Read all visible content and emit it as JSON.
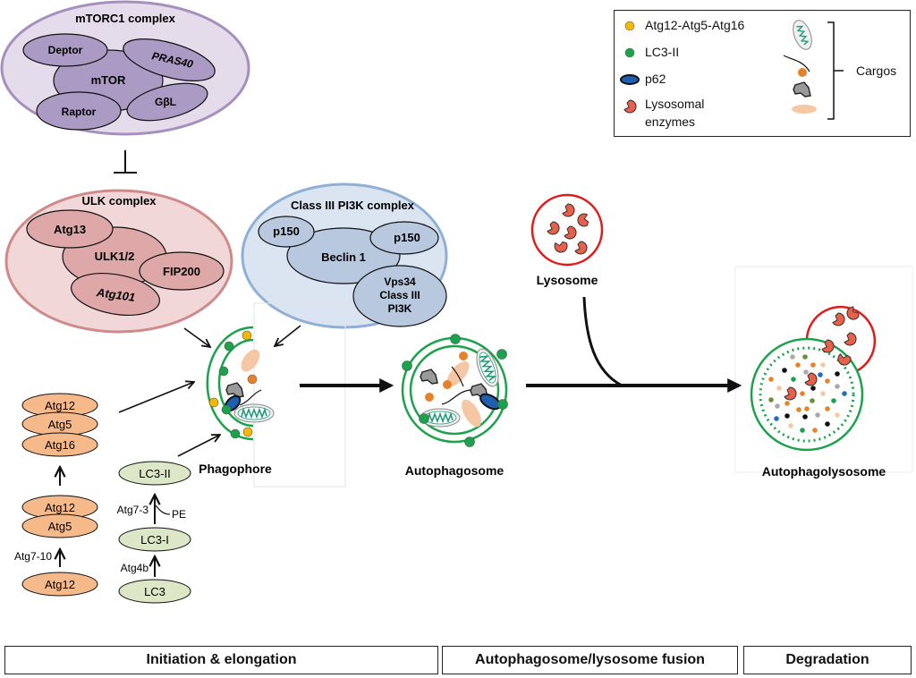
{
  "mtorc1": {
    "title": "mTORC1 complex",
    "core": "mTOR",
    "subunits": [
      "Deptor",
      "PRAS40",
      "Raptor",
      "GβL"
    ],
    "colors": {
      "outer": "#e4dcea",
      "outer_stroke": "#a58fbd",
      "inner": "#ab9bc4"
    }
  },
  "ulk": {
    "title": "ULK complex",
    "core": "ULK1/2",
    "subunits": [
      "Atg13",
      "FIP200",
      "Atg101"
    ],
    "colors": {
      "outer": "#f1d7d7",
      "outer_stroke": "#cf8a8a",
      "inner": "#dea8a8"
    }
  },
  "pi3k": {
    "title": "Class III PI3K complex",
    "core": "Beclin 1",
    "subunits": [
      "p150",
      "p150"
    ],
    "vps34": [
      "Vps34",
      "Class III",
      "PI3K"
    ],
    "colors": {
      "outer": "#dbe4f1",
      "outer_stroke": "#8fb0d6",
      "inner": "#b7c8df"
    }
  },
  "legend": {
    "items": [
      {
        "icon": "yellow-dot-icon",
        "label": "Atg12-Atg5-Atg16",
        "color": "#f5b800"
      },
      {
        "icon": "green-dot-icon",
        "label": "LC3-II",
        "color": "#1aa34a"
      },
      {
        "icon": "p62-ellipse-icon",
        "label": "p62",
        "color": "#1f5fb0"
      },
      {
        "icon": "enzyme-icon",
        "label_lines": [
          "Lysosomal",
          "enzymes"
        ],
        "color": "#e8604a"
      }
    ],
    "cargos_label": "Cargos"
  },
  "conjugation": {
    "atg_left": {
      "stack_top": [
        "Atg12",
        "Atg5",
        "Atg16"
      ],
      "stack_mid": [
        "Atg12",
        "Atg5"
      ],
      "bottom": "Atg12",
      "enzyme": "Atg7-10",
      "color": "#f6b98a"
    },
    "lc3_right": {
      "top": "LC3-II",
      "mid": "LC3-I",
      "bottom": "LC3",
      "enzyme_top": "Atg7-3",
      "pe": "PE",
      "enzyme_bottom": "Atg4b",
      "color": "#dbe7c6"
    }
  },
  "structures": {
    "phagophore": "Phagophore",
    "autophagosome": "Autophagosome",
    "lysosome": "Lysosome",
    "autophagolysosome": "Autophagolysosome"
  },
  "stages": [
    "Initiation & elongation",
    "Autophagosome/lysosome fusion",
    "Degradation"
  ]
}
